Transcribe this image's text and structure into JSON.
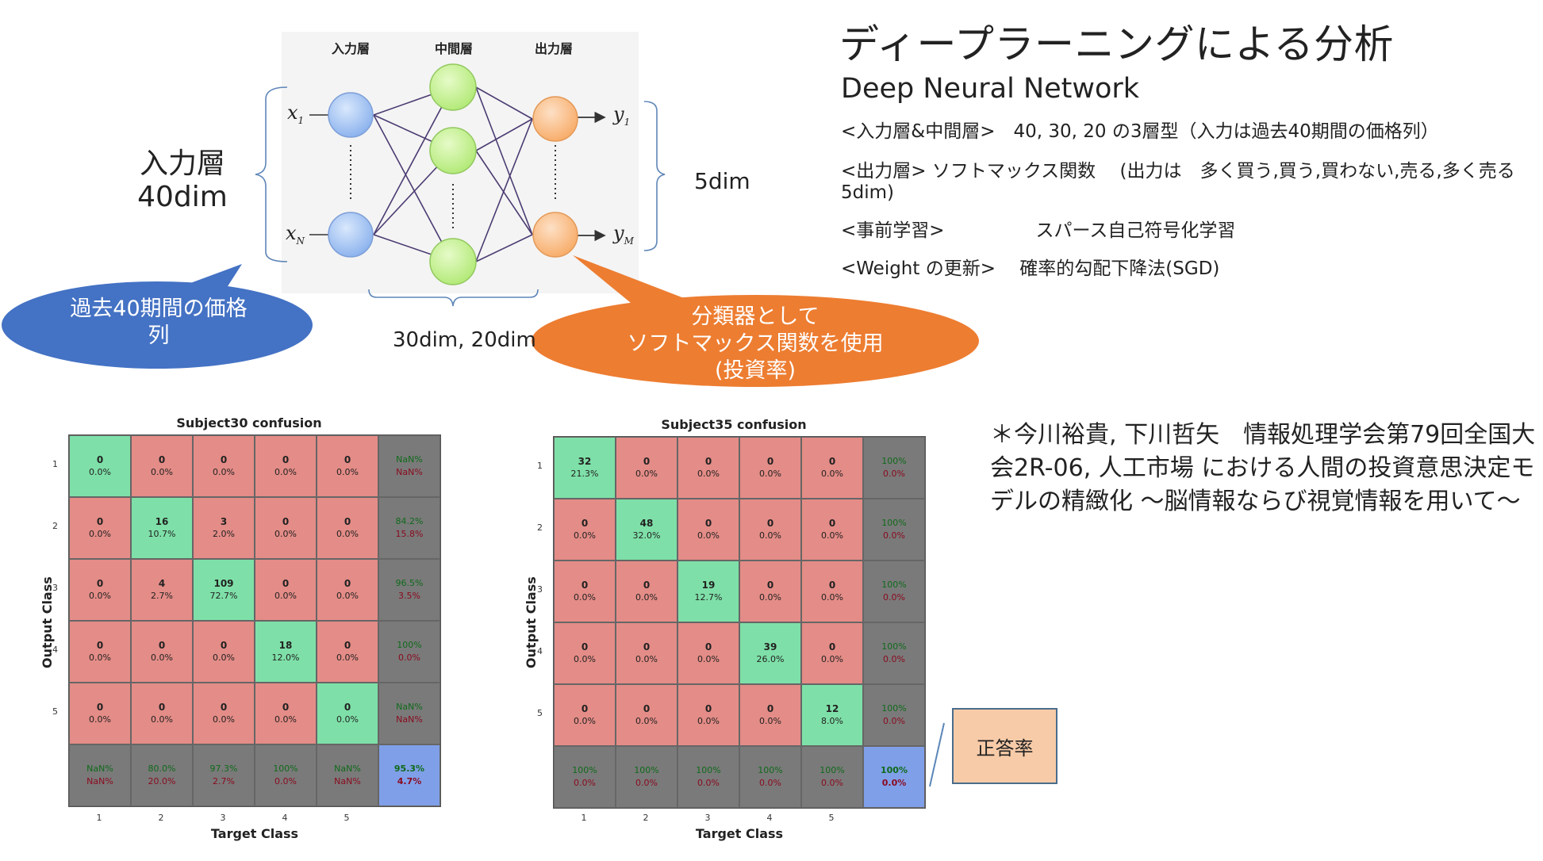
{
  "title": "ディープラーニングによる分析",
  "subtitle": "Deep Neural Network",
  "desc": {
    "line1": "<入力層&中間層>　40, 30, 20 の3層型（入力は過去40期間の価格列）",
    "line2a": "<出力層> ソフトマックス関数　 (出力は　多く買う,買う,買わない,売る,多く売る",
    "line2b": "5dim)",
    "line3": "<事前学習>　　　　　スパース自己符号化学習",
    "line4": "<Weight の更新>　 確率的勾配下降法(SGD)"
  },
  "reference": "＊今川裕貴, 下川哲矢　情報処理学会第79回全国大会2R-06, 人工市場 における人間の投資意思決定モデルの精緻化 ～脳情報ならび視覚情報を用いて～",
  "network": {
    "header_input": "入力層",
    "header_hidden": "中間層",
    "header_output": "出力層",
    "left_label_1": "入力層",
    "left_label_2": "40dim",
    "output_dim": "5dim",
    "hidden_dim": "30dim,  20dim",
    "x1": "x",
    "x1_sub": "1",
    "xN": "x",
    "xN_sub": "N",
    "y1": "y",
    "y1_sub": "1",
    "yM": "y",
    "yM_sub": "M",
    "blue_bubble_1": "過去40期間の価格",
    "blue_bubble_2": "列",
    "orange_bubble_1": "分類器として",
    "orange_bubble_2": "ソフトマックス関数を使用",
    "orange_bubble_3": "(投資率)",
    "colors": {
      "input": "#a9c8f4",
      "hidden": "#c4f29b",
      "output": "#fbc28e",
      "blue_bubble": "#4472c4",
      "orange_bubble": "#ed7d31"
    }
  },
  "answer_label": "正答率",
  "chart_data": [
    {
      "type": "heatmap",
      "title": "Subject30 confusion",
      "xlabel": "Target Class",
      "ylabel": "Output Class",
      "x_ticks": [
        "1",
        "2",
        "3",
        "4",
        "5"
      ],
      "y_ticks": [
        "1",
        "2",
        "3",
        "4",
        "5"
      ],
      "counts": [
        [
          0,
          0,
          0,
          0,
          0
        ],
        [
          0,
          16,
          3,
          0,
          0
        ],
        [
          0,
          4,
          109,
          0,
          0
        ],
        [
          0,
          0,
          0,
          18,
          0
        ],
        [
          0,
          0,
          0,
          0,
          0
        ]
      ],
      "percents": [
        [
          "0.0%",
          "0.0%",
          "0.0%",
          "0.0%",
          "0.0%"
        ],
        [
          "0.0%",
          "10.7%",
          "2.0%",
          "0.0%",
          "0.0%"
        ],
        [
          "0.0%",
          "2.7%",
          "72.7%",
          "0.0%",
          "0.0%"
        ],
        [
          "0.0%",
          "0.0%",
          "0.0%",
          "12.0%",
          "0.0%"
        ],
        [
          "0.0%",
          "0.0%",
          "0.0%",
          "0.0%",
          "0.0%"
        ]
      ],
      "row_summary": [
        [
          "NaN%",
          "NaN%"
        ],
        [
          "84.2%",
          "15.8%"
        ],
        [
          "96.5%",
          "3.5%"
        ],
        [
          "100%",
          "0.0%"
        ],
        [
          "NaN%",
          "NaN%"
        ]
      ],
      "col_summary": [
        [
          "NaN%",
          "NaN%"
        ],
        [
          "80.0%",
          "20.0%"
        ],
        [
          "97.3%",
          "2.7%"
        ],
        [
          "100%",
          "0.0%"
        ],
        [
          "NaN%",
          "NaN%"
        ]
      ],
      "total": [
        "95.3%",
        "4.7%"
      ]
    },
    {
      "type": "heatmap",
      "title": "Subject35 confusion",
      "xlabel": "Target Class",
      "ylabel": "Output Class",
      "x_ticks": [
        "1",
        "2",
        "3",
        "4",
        "5"
      ],
      "y_ticks": [
        "1",
        "2",
        "3",
        "4",
        "5"
      ],
      "counts": [
        [
          32,
          0,
          0,
          0,
          0
        ],
        [
          0,
          48,
          0,
          0,
          0
        ],
        [
          0,
          0,
          19,
          0,
          0
        ],
        [
          0,
          0,
          0,
          39,
          0
        ],
        [
          0,
          0,
          0,
          0,
          12
        ]
      ],
      "percents": [
        [
          "21.3%",
          "0.0%",
          "0.0%",
          "0.0%",
          "0.0%"
        ],
        [
          "0.0%",
          "32.0%",
          "0.0%",
          "0.0%",
          "0.0%"
        ],
        [
          "0.0%",
          "0.0%",
          "12.7%",
          "0.0%",
          "0.0%"
        ],
        [
          "0.0%",
          "0.0%",
          "0.0%",
          "26.0%",
          "0.0%"
        ],
        [
          "0.0%",
          "0.0%",
          "0.0%",
          "0.0%",
          "8.0%"
        ]
      ],
      "row_summary": [
        [
          "100%",
          "0.0%"
        ],
        [
          "100%",
          "0.0%"
        ],
        [
          "100%",
          "0.0%"
        ],
        [
          "100%",
          "0.0%"
        ],
        [
          "100%",
          "0.0%"
        ]
      ],
      "col_summary": [
        [
          "100%",
          "0.0%"
        ],
        [
          "100%",
          "0.0%"
        ],
        [
          "100%",
          "0.0%"
        ],
        [
          "100%",
          "0.0%"
        ],
        [
          "100%",
          "0.0%"
        ]
      ],
      "total": [
        "100%",
        "0.0%"
      ]
    }
  ]
}
